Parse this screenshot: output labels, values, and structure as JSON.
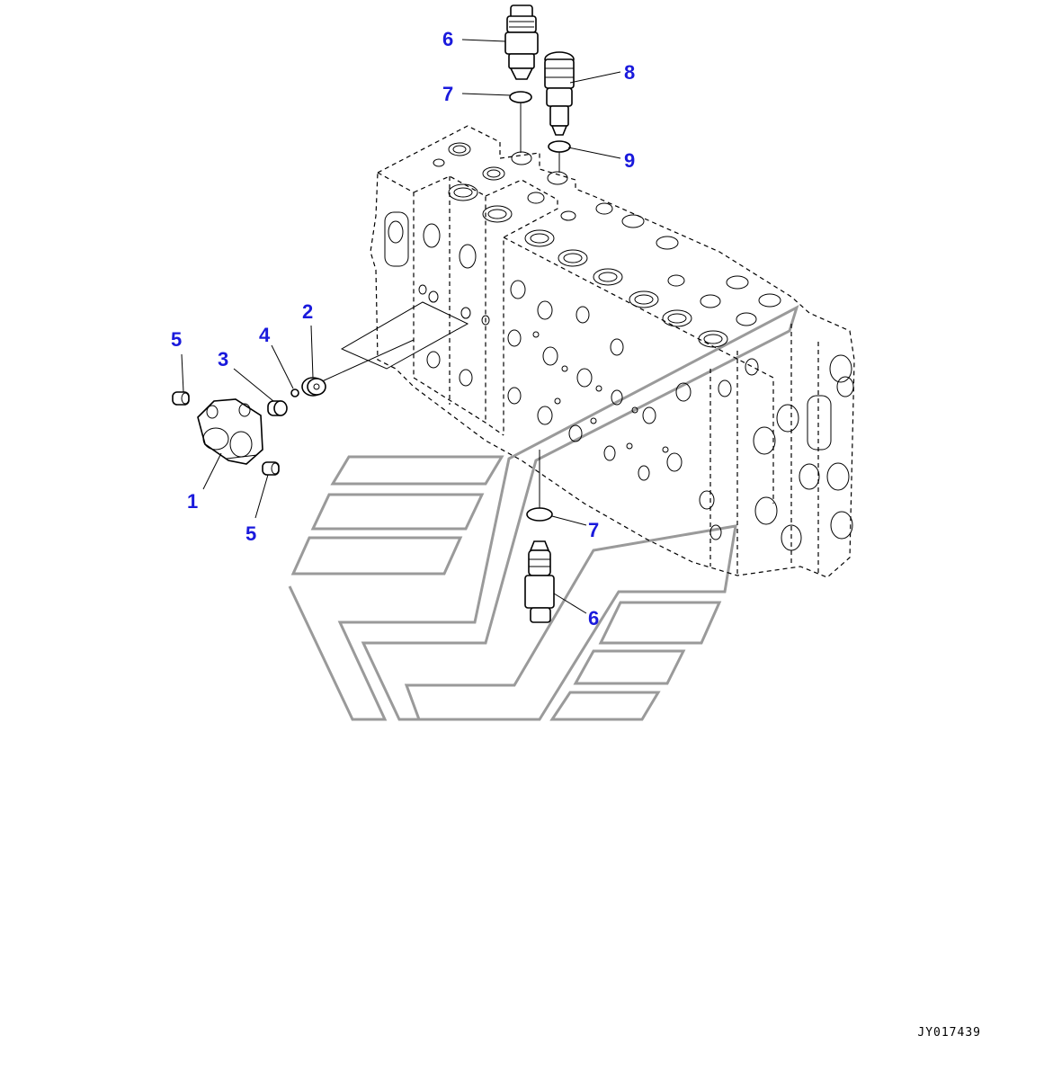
{
  "diagram": {
    "callouts": [
      {
        "id": "c6a",
        "label": "6"
      },
      {
        "id": "c8",
        "label": "8"
      },
      {
        "id": "c7a",
        "label": "7"
      },
      {
        "id": "c9",
        "label": "9"
      },
      {
        "id": "c2",
        "label": "2"
      },
      {
        "id": "c4",
        "label": "4"
      },
      {
        "id": "c5a",
        "label": "5"
      },
      {
        "id": "c3",
        "label": "3"
      },
      {
        "id": "c1",
        "label": "1"
      },
      {
        "id": "c5b",
        "label": "5"
      },
      {
        "id": "c7b",
        "label": "7"
      },
      {
        "id": "c6b",
        "label": "6"
      }
    ],
    "drawing_id": "JY017439",
    "colors": {
      "callout": "#1a1adc",
      "line": "#000000",
      "watermark": "#9a9a9a"
    }
  }
}
